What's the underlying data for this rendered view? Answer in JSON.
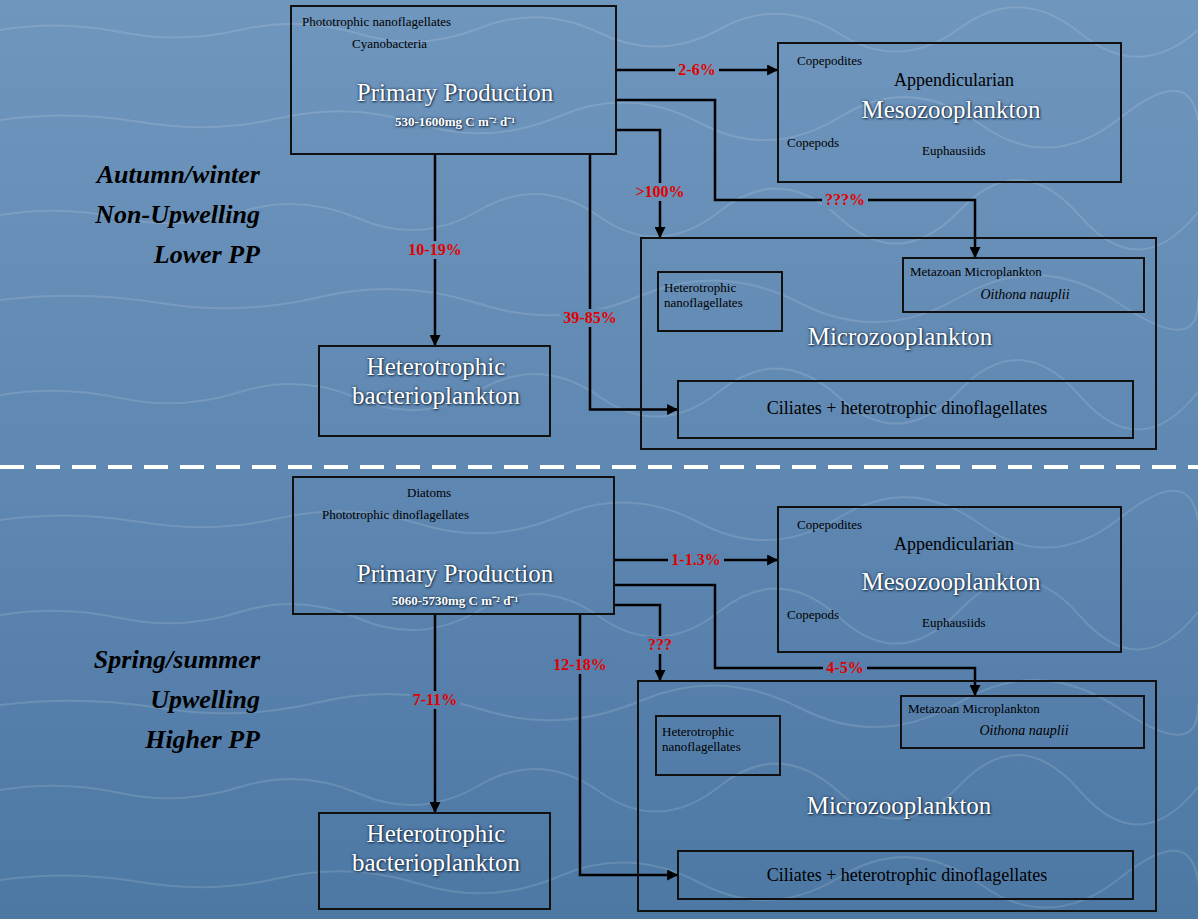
{
  "diagram": {
    "nodes": [
      {
        "text": [
          "Phototrophic nanoflagellates",
          "Cyanobacteria",
          "Primary Production",
          "530-1600mg C m⁻² d⁻¹"
        ]
      },
      {
        "text": [
          "Copepodites",
          "Appendicularian",
          "Mesozooplankton",
          "Copepods",
          "Euphausiids"
        ]
      },
      {
        "text": [
          "Microzooplankton"
        ]
      },
      {
        "text": [
          "Metazoan Microplankton",
          "Oithona nauplii"
        ],
        "in": 2
      },
      {
        "text": [
          "Heterotrophic nanoflagellates"
        ],
        "in": 2
      },
      {
        "text": [
          "Ciliates + heterotrophic dinoflagellates"
        ],
        "in": 2
      },
      {
        "text": [
          "Heterotrophic bacterioplankton"
        ]
      },
      {
        "text": [
          "Diatoms",
          "Phototrophic dinoflagellates",
          "Primary Production",
          "5060-5730mg C m⁻² d⁻¹"
        ]
      },
      {
        "text": [
          "Copepodites",
          "Appendicularian",
          "Mesozooplankton",
          "Copepods",
          "Euphausiids"
        ]
      },
      {
        "text": [
          "Microzooplankton"
        ]
      },
      {
        "text": [
          "Metazoan Microplankton",
          "Oithona nauplii"
        ],
        "in": 9
      },
      {
        "text": [
          "Heterotrophic nanoflagellates"
        ],
        "in": 9
      },
      {
        "text": [
          "Ciliates + heterotrophic dinoflagellates"
        ],
        "in": 9
      },
      {
        "text": [
          "Heterotrophic bacterioplankton"
        ]
      }
    ],
    "edges": [
      {
        "from": 0,
        "to": 1,
        "label": "2-6%",
        "arrow": "to"
      },
      {
        "from": 0,
        "to": 3,
        "label": "???%",
        "arrow": "to"
      },
      {
        "from": 0,
        "to": 2,
        "label": ">100%",
        "arrow": "to"
      },
      {
        "from": 0,
        "to": 5,
        "label": "39-85%",
        "arrow": "to"
      },
      {
        "from": 0,
        "to": 6,
        "label": "10-19%",
        "arrow": "to"
      },
      {
        "from": 7,
        "to": 8,
        "label": "1-1.3%",
        "arrow": "to"
      },
      {
        "from": 7,
        "to": 9,
        "label": "???",
        "arrow": "to"
      },
      {
        "from": 7,
        "to": 10,
        "label": "4-5%",
        "arrow": "to"
      },
      {
        "from": 7,
        "to": 12,
        "label": "12-18%",
        "arrow": "to"
      },
      {
        "from": 7,
        "to": 13,
        "label": "7-11%",
        "arrow": "to"
      }
    ],
    "labels": [
      "Autumn/winter",
      "Non-Upwelling",
      "Lower PP",
      "Spring/summer",
      "Upwelling",
      "Higher PP"
    ]
  }
}
